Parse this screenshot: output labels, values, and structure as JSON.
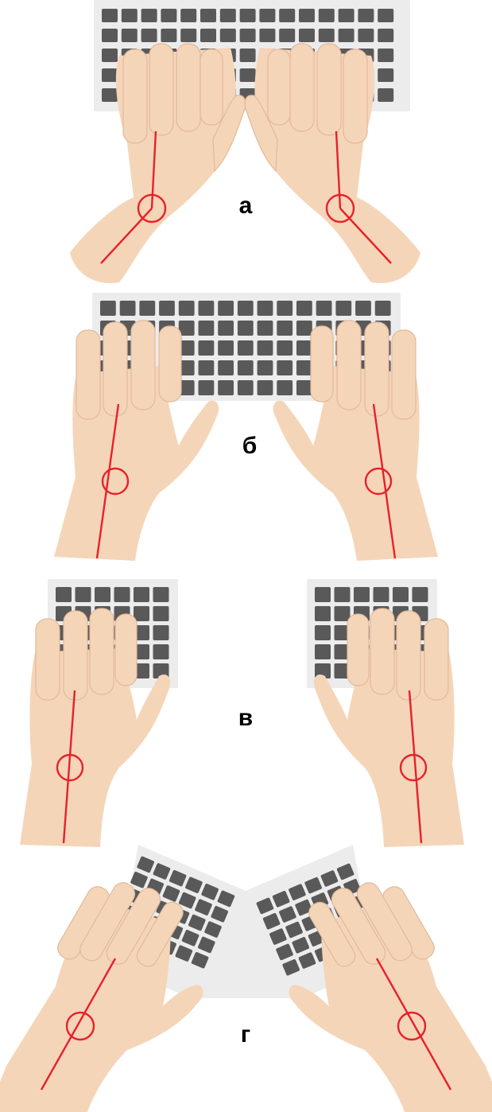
{
  "colors": {
    "skin": "#f5d5b8",
    "skin_shadow": "#e2b99a",
    "keyboard_body": "#ececec",
    "keycap": "#595959",
    "axis_line": "#e8202a",
    "label": "#000000"
  },
  "panels": [
    {
      "id": "a",
      "label": "а",
      "keyboard": "standard",
      "wrist_posture": "bent-outward"
    },
    {
      "id": "b",
      "label": "б",
      "keyboard": "standard",
      "wrist_posture": "straight"
    },
    {
      "id": "v",
      "label": "в",
      "keyboard": "split",
      "wrist_posture": "straight"
    },
    {
      "id": "g",
      "label": "г",
      "keyboard": "split-angled",
      "wrist_posture": "straight"
    }
  ],
  "icons": [
    "keyboard-icon",
    "left-hand-icon",
    "right-hand-icon",
    "wrist-marker-icon"
  ]
}
